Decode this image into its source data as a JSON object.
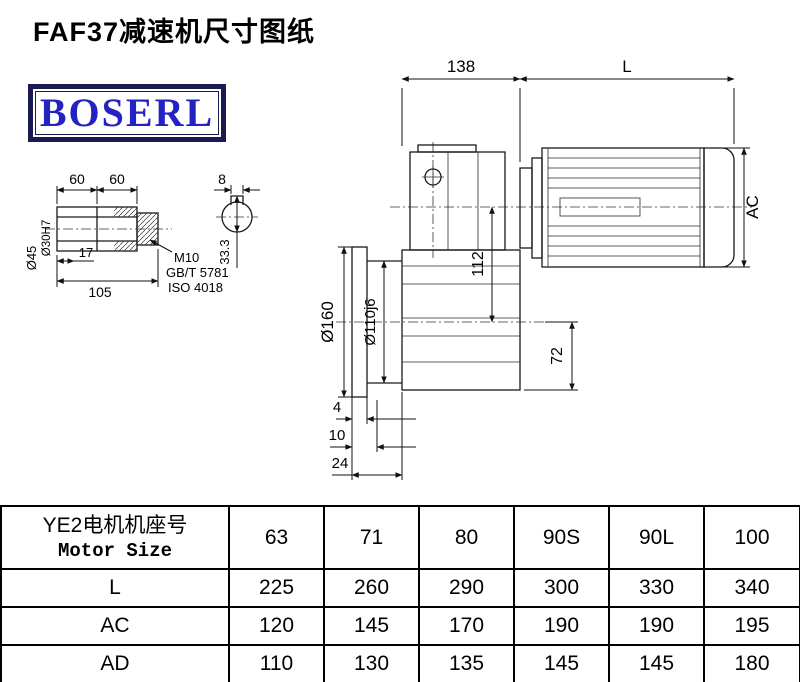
{
  "page": {
    "title": "FAF37减速机尺寸图纸",
    "logo_text": "BOSERL"
  },
  "drawing": {
    "labels": {
      "top_width": "138",
      "motor_length": "L",
      "motor_height": "AC",
      "axis_distance": "112",
      "output_drop": "72",
      "flange_dia": "Ø160",
      "spigot_dia": "Ø110j6",
      "dim4": "4",
      "dim10": "10",
      "dim24": "24",
      "shaft_len1": "60",
      "shaft_len2": "60",
      "keyway_width": "8",
      "shaft_dia": "Ø45",
      "bore_dia": "Ø30H7",
      "dim17": "17",
      "dim105": "105",
      "thread": "M10",
      "thread_std1": "GB/T 5781",
      "thread_std2": "ISO 4018",
      "key_depth": "33.3"
    }
  },
  "table": {
    "header_cn": "YE2电机机座号",
    "header_en": "Motor Size",
    "columns": [
      "63",
      "71",
      "80",
      "90S",
      "90L",
      "100"
    ],
    "rows": [
      {
        "label": "L",
        "values": [
          "225",
          "260",
          "290",
          "300",
          "330",
          "340"
        ]
      },
      {
        "label": "AC",
        "values": [
          "120",
          "145",
          "170",
          "190",
          "190",
          "195"
        ]
      },
      {
        "label": "AD",
        "values": [
          "110",
          "130",
          "135",
          "145",
          "145",
          "180"
        ]
      }
    ]
  }
}
